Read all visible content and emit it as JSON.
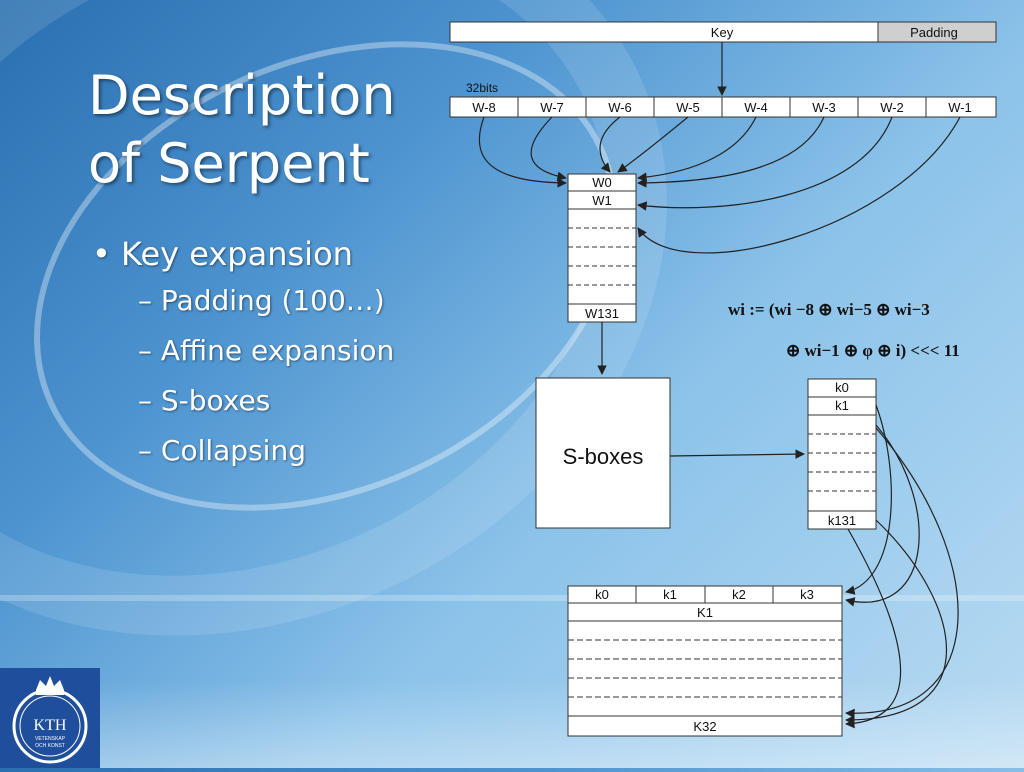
{
  "slide": {
    "title_line1": "Description",
    "title_line2": "of Serpent",
    "bullet_main": "Key expansion",
    "sub_bullets": [
      "Padding (100…)",
      "Affine expansion",
      "S-boxes",
      "Collapsing"
    ]
  },
  "diagram": {
    "key_label": "Key",
    "padding_label": "Padding",
    "bits_label": "32bits",
    "w_cells": [
      "W-8",
      "W-7",
      "W-6",
      "W-5",
      "W-4",
      "W-3",
      "W-2",
      "W-1"
    ],
    "w0": "W0",
    "w1": "W1",
    "w131": "W131",
    "sbox_label": "S-boxes",
    "k0": "k0",
    "k1": "k1",
    "k131": "k131",
    "kb_row": [
      "k0",
      "k1",
      "k2",
      "k3"
    ],
    "K1": "K1",
    "K32": "K32",
    "formula_line1": "wi := (wi −8 ⊕ wi−5 ⊕ wi−3",
    "formula_line2": "⊕ wi−1 ⊕ φ ⊕ i) <<< 11"
  },
  "logo": {
    "text1": "KTH",
    "text2": "VETENSKAP",
    "text3": "OCH KONST"
  },
  "colors": {
    "padding_fill": "#cfcfcf",
    "box_fill": "#ffffff",
    "line": "#222222"
  }
}
